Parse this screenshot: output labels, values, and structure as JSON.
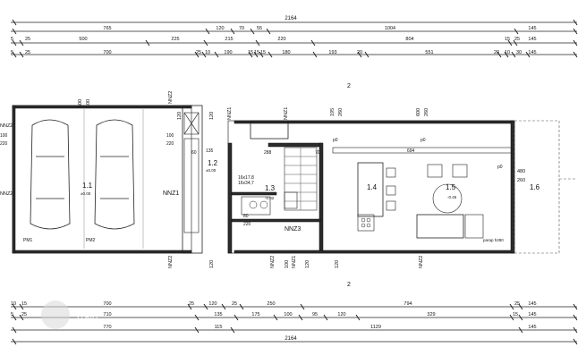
{
  "dims": {
    "top_total": "2164",
    "top_row1": [
      "765",
      "120",
      "70",
      "55",
      "1004",
      "145"
    ],
    "top_row2": [
      "5",
      "25",
      "500",
      "225",
      "215",
      "220",
      "804",
      "15",
      "25",
      "145"
    ],
    "top_row3": [
      "5",
      "25",
      "700",
      "25",
      "10",
      "190",
      "15",
      "15",
      "15",
      "180",
      "193",
      "20",
      "551",
      "20",
      "10",
      "30",
      "145"
    ],
    "bot_row1": [
      "10",
      "15",
      "700",
      "25",
      "120",
      "25",
      "250",
      "794",
      "25",
      "145"
    ],
    "bot_row2": [
      "5",
      "25",
      "710",
      "135",
      "175",
      "100",
      "95",
      "120",
      "329",
      "15",
      "145"
    ],
    "bot_row3": [
      "770",
      "115",
      "1129",
      "145"
    ],
    "bot_total": "2164"
  },
  "rooms": {
    "r11": "1.1",
    "r11_area": "±0.00",
    "r12": "1.2",
    "r12_area": "±0.00",
    "r13": "1.3",
    "r13_area": "-0.02",
    "r14": "1.4",
    "r15": "1.5",
    "r15_area": "-0.45",
    "r16": "1.6"
  },
  "labels": {
    "nnz1_a": "NNZ1",
    "nnz1_b": "NNZ1",
    "nnz1_c": "NNZ1",
    "nnz1_d": "NNZ1",
    "nnz2_a": "NNZ2",
    "nnz2_b": "NNZ2",
    "nnz2_c": "NNZ2",
    "nnz2_d": "NNZ2",
    "nnz2_e": "NNZ2",
    "nnz2_f": "NNZ2",
    "nnz3": "NNZ3",
    "pm1": "PM1",
    "pm2": "PM2",
    "p0_a": "p0",
    "p0_b": "p0",
    "p0_c": "p0",
    "section_top": "2",
    "section_bot": "2",
    "w100": "100",
    "w220": "220",
    "w60": "60",
    "w135": "135",
    "w80": "80",
    "w220b": "220",
    "w195": "195",
    "w260": "260",
    "w600": "600",
    "w260b": "260",
    "w288": "288",
    "w70": "70",
    "w694": "694",
    "w480": "480",
    "w260c": "260",
    "w120a": "120",
    "w120b": "120",
    "w120c": "120",
    "w120d": "120",
    "w100b": "100",
    "w120e": "120",
    "stair": "16x17.8",
    "stair2": "16x34,7",
    "w500": "500",
    "w220c": "220",
    "w100c": "100",
    "w100d": "100",
    "parap": "parap h280"
  },
  "watermark": "Trafo"
}
